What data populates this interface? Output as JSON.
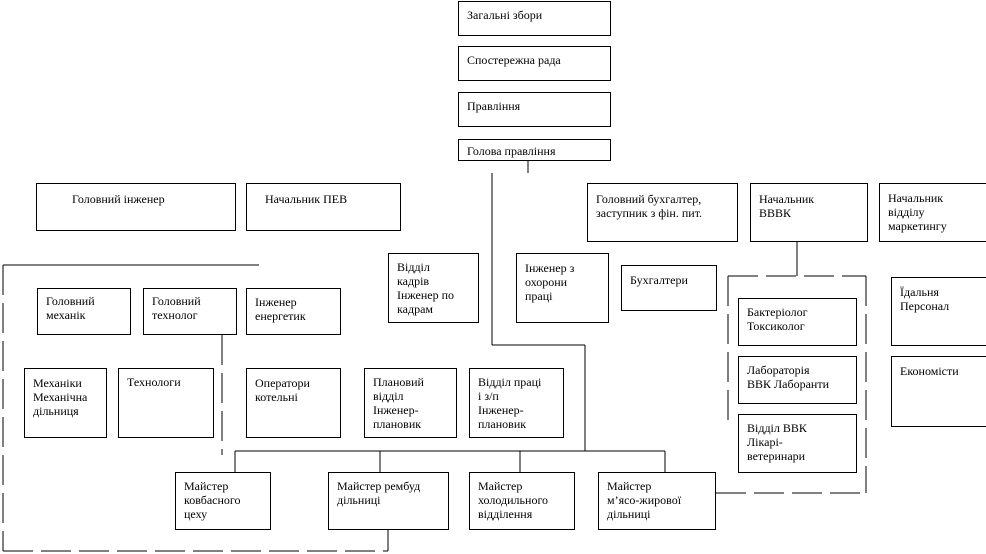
{
  "boxes": {
    "general_meeting": "Загальні збори",
    "supervisory_board": "Спостережна рада",
    "board": "Правління",
    "board_chairman": "Голова правління",
    "chief_engineer": "Головний інженер",
    "head_pev": "Начальник ПЕВ",
    "chief_accountant": "Головний бухгалтер,\nзаступник з фін. пит.",
    "head_vvvk": "Начальник\nВВВК",
    "head_marketing": "Начальник\nвідділу\nмаркетингу",
    "hr_department": "Відділ\nкадрів\nІнженер по\nкадрам",
    "labor_safety_engineer": "Інженер з\nохорони\nпраці",
    "accountants": "Бухгалтери",
    "canteen": "Їдальня\nПерсонал",
    "economists": "Економісти",
    "chief_mechanic": "Головний\nмеханік",
    "chief_technologist": "Головний\nтехнолог",
    "power_engineer": "Інженер\nенергетик",
    "bacteriologist": "Бактеріолог\nТоксиколог",
    "vvk_laboratory": "Лабораторія\nВВК Лаборанти",
    "vvk_department": "Відділ ВВК\nЛікарі-\nветеринари",
    "mechanics": "Механіки\nМеханічна\nдільниця",
    "technologists": "Технологи",
    "boiler_operators": "Оператори\nкотельні",
    "planning_department": "Плановий\nвідділ\nІнженер-\nплановик",
    "labor_wages_department": "Відділ праці\nі з/п\nІнженер-\nплановик",
    "foreman_sausage": "Майстер\nковбасного\nцеху",
    "foreman_repair": "Майстер рембуд\nдільниці",
    "foreman_refrigeration": "Майстер\nхолодильного\nвідділення",
    "foreman_meat_fat": "Майстер\nм’ясо-жирової\nдільниці"
  }
}
